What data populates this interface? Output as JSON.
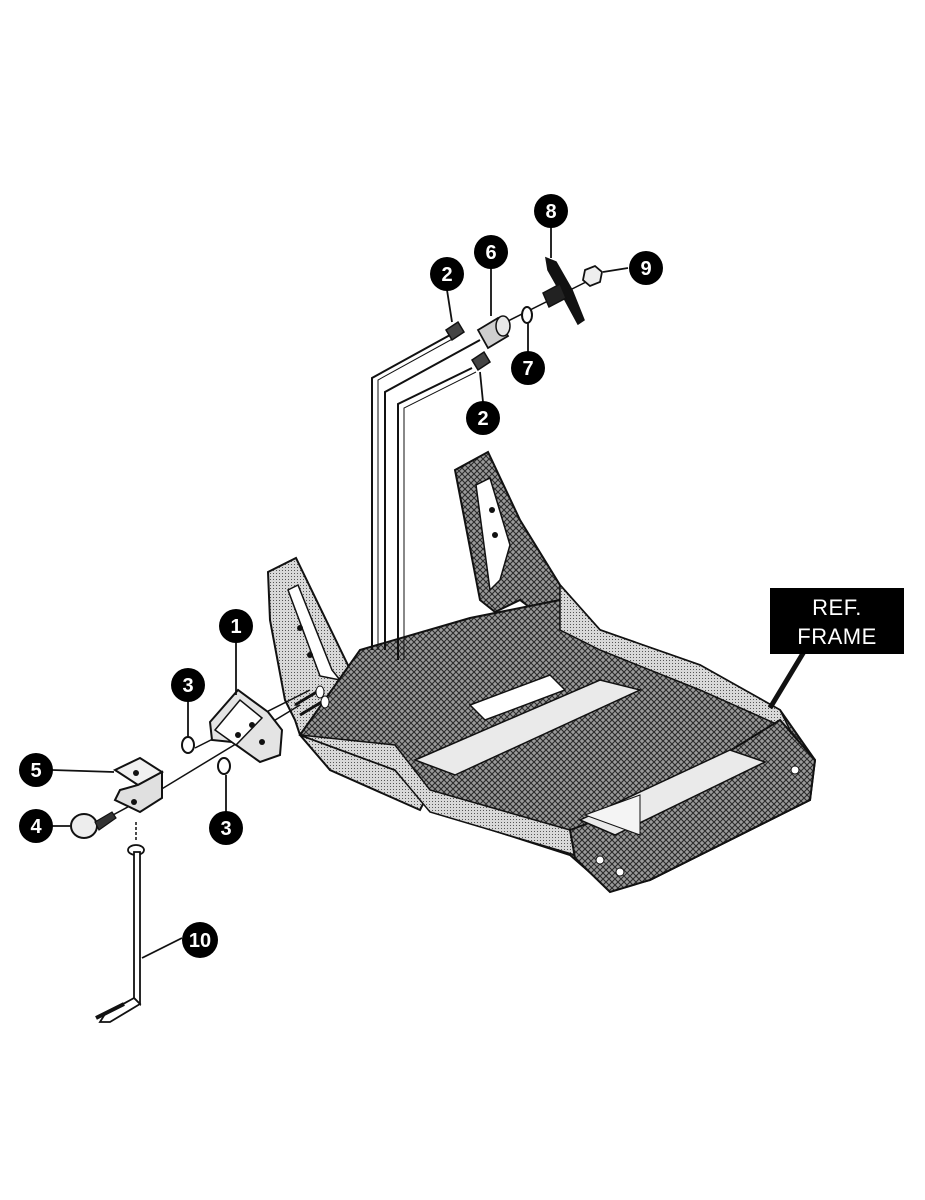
{
  "diagram": {
    "callouts": {
      "c1": "1",
      "c2a": "2",
      "c2b": "2",
      "c3a": "3",
      "c3b": "3",
      "c4": "4",
      "c5": "5",
      "c6": "6",
      "c7": "7",
      "c8": "8",
      "c9": "9",
      "c10": "10"
    },
    "ref_label": {
      "line1": "REF.",
      "line2": "FRAME"
    }
  }
}
